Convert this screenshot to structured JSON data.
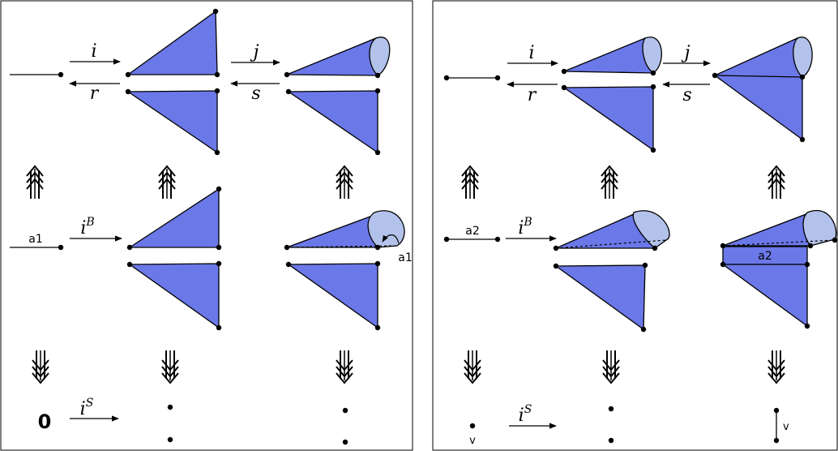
{
  "colors": {
    "fill_main": "#6b78e8",
    "fill_light": "#b3c2ea",
    "stroke": "#000000"
  },
  "left_panel": {
    "row1": {
      "map_forward": "i",
      "map_back": "r",
      "map_forward2": "j",
      "map_back2": "s"
    },
    "row2": {
      "left_label": "a1",
      "map": "i",
      "map_sup": "B",
      "cone_label": "a1"
    },
    "row3": {
      "zero": "0",
      "map": "i",
      "map_sup": "S"
    }
  },
  "right_panel": {
    "row1": {
      "map_forward": "i",
      "map_back": "r",
      "map_forward2": "j",
      "map_back2": "s"
    },
    "row2": {
      "left_label": "a2",
      "map": "i",
      "map_sup": "B",
      "cone_label": "a2"
    },
    "row3": {
      "point_label_left": "v",
      "map": "i",
      "map_sup": "S",
      "point_label_right": "v"
    }
  }
}
